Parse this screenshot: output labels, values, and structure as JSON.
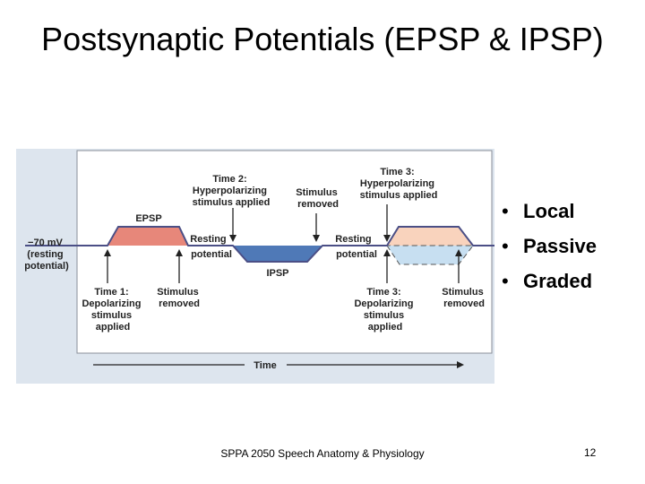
{
  "slide": {
    "title": "Postsynaptic Potentials (EPSP & IPSP)",
    "footer": "SPPA 2050 Speech Anatomy & Physiology",
    "page_number": "12"
  },
  "bullets": [
    "Local",
    "Passive",
    "Graded"
  ],
  "diagram": {
    "resting_label": [
      "−70 mV",
      "(resting",
      "potential)"
    ],
    "epsp_label": "EPSP",
    "ipsp_label": "IPSP",
    "time2_label": [
      "Time 2:",
      "Hyperpolarizing",
      "stimulus applied"
    ],
    "stim_removed_top": [
      "Stimulus",
      "removed"
    ],
    "time3_top": [
      "Time 3:",
      "Hyperpolarizing",
      "stimulus applied"
    ],
    "resting_potential_1": [
      "Resting",
      "potential"
    ],
    "resting_potential_2": [
      "Resting",
      "potential"
    ],
    "time1_label": [
      "Time 1:",
      "Depolarizing",
      "stimulus",
      "applied"
    ],
    "stim_removed_bottom_1": [
      "Stimulus",
      "removed"
    ],
    "time3_bottom": [
      "Time 3:",
      "Depolarizing",
      "stimulus",
      "applied"
    ],
    "stim_removed_bottom_2": [
      "Stimulus",
      "removed"
    ],
    "time_axis_label": "Time",
    "colors": {
      "panel_bg": "#dde5ee",
      "panel_inner": "#ffffff",
      "epsp_fill": "#e7877a",
      "ipsp_fill": "#4f79b7",
      "epsp_dashed_fill": "#f9d3bd",
      "ipsp_dashed_fill": "#c7dff1",
      "trace": "#4b4f86"
    }
  }
}
